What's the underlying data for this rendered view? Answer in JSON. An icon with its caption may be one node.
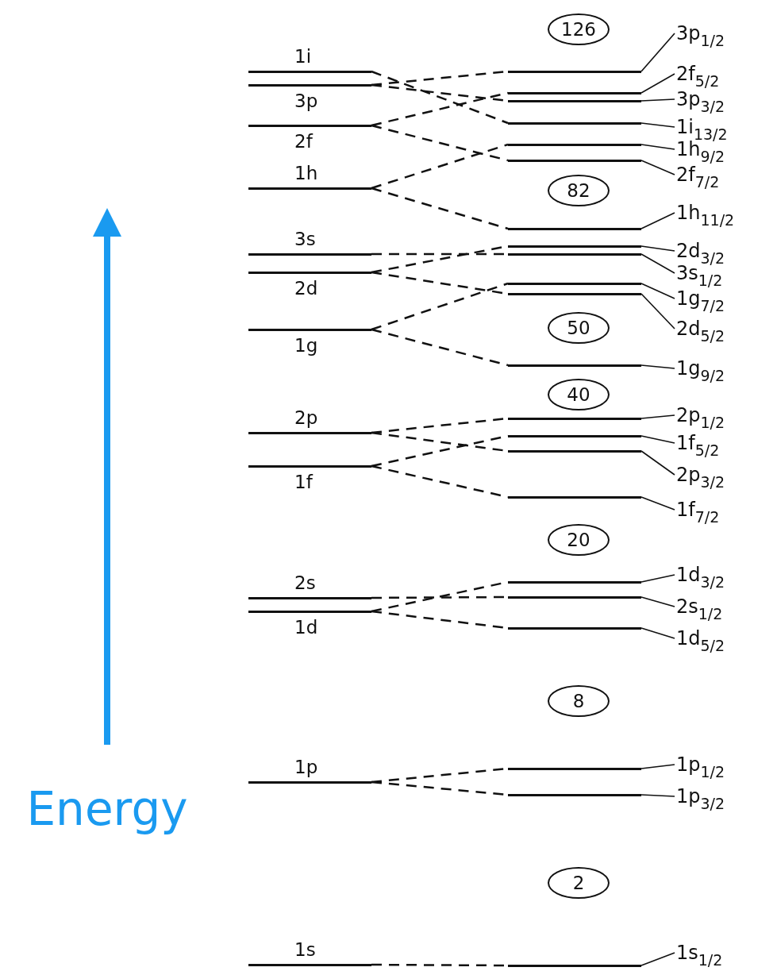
{
  "diagram": {
    "nodes": [
      {
        "text": [
          "1i"
        ]
      },
      {
        "text": [
          "3p"
        ]
      },
      {
        "text": [
          "2f"
        ]
      },
      {
        "text": [
          "1h"
        ]
      },
      {
        "text": [
          "3s"
        ]
      },
      {
        "text": [
          "2d"
        ]
      },
      {
        "text": [
          "1g"
        ]
      },
      {
        "text": [
          "2p"
        ]
      },
      {
        "text": [
          "1f"
        ]
      },
      {
        "text": [
          "2s"
        ]
      },
      {
        "text": [
          "1d"
        ]
      },
      {
        "text": [
          "1p"
        ]
      },
      {
        "text": [
          "1s"
        ]
      },
      {
        "text": [
          "126"
        ]
      },
      {
        "text": [
          "82"
        ]
      },
      {
        "text": [
          "50"
        ]
      },
      {
        "text": [
          "40"
        ]
      },
      {
        "text": [
          "20"
        ]
      },
      {
        "text": [
          "8"
        ]
      },
      {
        "text": [
          "2"
        ]
      },
      {
        "text": [],
        "shape": "bar"
      },
      {
        "text": [],
        "shape": "bar"
      },
      {
        "text": [],
        "shape": "bar"
      },
      {
        "text": [],
        "shape": "bar"
      },
      {
        "text": [],
        "shape": "bar"
      },
      {
        "text": [],
        "shape": "bar"
      },
      {
        "text": [],
        "shape": "bar"
      },
      {
        "text": [],
        "shape": "bar"
      },
      {
        "text": [],
        "shape": "bar"
      },
      {
        "text": [],
        "shape": "bar"
      },
      {
        "text": [],
        "shape": "bar"
      },
      {
        "text": [],
        "shape": "bar"
      },
      {
        "text": [],
        "shape": "bar"
      },
      {
        "text": [],
        "shape": "bar"
      },
      {
        "text": [],
        "shape": "bar"
      },
      {
        "text": [],
        "shape": "bar"
      },
      {
        "text": [],
        "shape": "bar"
      },
      {
        "text": [],
        "shape": "bar"
      },
      {
        "text": [],
        "shape": "bar"
      },
      {
        "text": [],
        "shape": "bar"
      },
      {
        "text": [],
        "shape": "bar"
      },
      {
        "text": [],
        "shape": "bar"
      },
      {
        "text": [
          "3p$_{1/2}$"
        ]
      },
      {
        "text": [
          "2f$_{5/2}$"
        ]
      },
      {
        "text": [
          "3p$_{3/2}$"
        ]
      },
      {
        "text": [
          "1i$_{13/2}$"
        ]
      },
      {
        "text": [
          "1h$_{9/2}$"
        ]
      },
      {
        "text": [
          "2f$_{7/2}$"
        ]
      },
      {
        "text": [
          "1h$_{11/2}$"
        ]
      },
      {
        "text": [
          "2d$_{3/2}$"
        ]
      },
      {
        "text": [
          "3s$_{1/2}$"
        ]
      },
      {
        "text": [
          "1g$_{7/2}$"
        ]
      },
      {
        "text": [
          "2d$_{5/2}$"
        ]
      },
      {
        "text": [
          "1g$_{9/2}$"
        ]
      },
      {
        "text": [
          "2p$_{1/2}$"
        ]
      },
      {
        "text": [
          "1f$_{5/2}$"
        ]
      },
      {
        "text": [
          "2p$_{3/2}$"
        ]
      },
      {
        "text": [
          "1f$_{7/2}$"
        ]
      },
      {
        "text": [
          "1d$_{3/2}$"
        ]
      },
      {
        "text": [
          "2s$_{1/2}$"
        ]
      },
      {
        "text": [
          "1d$_{5/2}$"
        ]
      },
      {
        "text": [
          "1p$_{1/2}$"
        ]
      },
      {
        "text": [
          "1p$_{3/2}$"
        ]
      },
      {
        "text": [
          "1s$_{1/2}$"
        ]
      }
    ],
    "edges": [
      {
        "from": 0,
        "to": 23,
        "arrow": "none",
        "style": "dashed"
      },
      {
        "from": 1,
        "to": 20,
        "arrow": "none",
        "style": "dashed"
      },
      {
        "from": 1,
        "to": 22,
        "arrow": "none",
        "style": "dashed"
      },
      {
        "from": 2,
        "to": 21,
        "arrow": "none",
        "style": "dashed"
      },
      {
        "from": 2,
        "to": 25,
        "arrow": "none",
        "style": "dashed"
      },
      {
        "from": 3,
        "to": 24,
        "arrow": "none",
        "style": "dashed"
      },
      {
        "from": 3,
        "to": 26,
        "arrow": "none",
        "style": "dashed"
      },
      {
        "from": 4,
        "to": 28,
        "arrow": "none",
        "style": "dashed"
      },
      {
        "from": 5,
        "to": 27,
        "arrow": "none",
        "style": "dashed"
      },
      {
        "from": 5,
        "to": 30,
        "arrow": "none",
        "style": "dashed"
      },
      {
        "from": 6,
        "to": 29,
        "arrow": "none",
        "style": "dashed"
      },
      {
        "from": 6,
        "to": 31,
        "arrow": "none",
        "style": "dashed"
      },
      {
        "from": 7,
        "to": 32,
        "arrow": "none",
        "style": "dashed"
      },
      {
        "from": 7,
        "to": 34,
        "arrow": "none",
        "style": "dashed"
      },
      {
        "from": 8,
        "to": 33,
        "arrow": "none",
        "style": "dashed"
      },
      {
        "from": 8,
        "to": 35,
        "arrow": "none",
        "style": "dashed"
      },
      {
        "from": 9,
        "to": 37,
        "arrow": "none",
        "style": "dashed"
      },
      {
        "from": 10,
        "to": 36,
        "arrow": "none",
        "style": "dashed"
      },
      {
        "from": 10,
        "to": 38,
        "arrow": "none",
        "style": "dashed"
      },
      {
        "from": 11,
        "to": 39,
        "arrow": "none",
        "style": "dashed"
      },
      {
        "from": 11,
        "to": 40,
        "arrow": "none",
        "style": "dashed"
      },
      {
        "from": 12,
        "to": 41,
        "arrow": "none",
        "style": "dashed"
      },
      {
        "from": 42,
        "to": 20,
        "arrow": "none"
      },
      {
        "from": 43,
        "to": 21,
        "arrow": "none"
      },
      {
        "from": 44,
        "to": 22,
        "arrow": "none"
      },
      {
        "from": 45,
        "to": 23,
        "arrow": "none"
      },
      {
        "from": 46,
        "to": 24,
        "arrow": "none"
      },
      {
        "from": 47,
        "to": 25,
        "arrow": "none"
      },
      {
        "from": 48,
        "to": 26,
        "arrow": "none"
      },
      {
        "from": 49,
        "to": 27,
        "arrow": "none"
      },
      {
        "from": 50,
        "to": 28,
        "arrow": "none"
      },
      {
        "from": 51,
        "to": 29,
        "arrow": "none"
      },
      {
        "from": 52,
        "to": 30,
        "arrow": "none"
      },
      {
        "from": 53,
        "to": 31,
        "arrow": "none"
      },
      {
        "from": 54,
        "to": 32,
        "arrow": "none"
      },
      {
        "from": 55,
        "to": 33,
        "arrow": "none"
      },
      {
        "from": 56,
        "to": 34,
        "arrow": "none"
      },
      {
        "from": 57,
        "to": 35,
        "arrow": "none"
      },
      {
        "from": 58,
        "to": 36,
        "arrow": "none"
      },
      {
        "from": 59,
        "to": 37,
        "arrow": "none"
      },
      {
        "from": 60,
        "to": 38,
        "arrow": "none"
      },
      {
        "from": 61,
        "to": 39,
        "arrow": "none"
      },
      {
        "from": 62,
        "to": 40,
        "arrow": "none"
      },
      {
        "from": 63,
        "to": 41,
        "arrow": "none"
      }
    ],
    "labels": [
      "Energy"
    ]
  }
}
